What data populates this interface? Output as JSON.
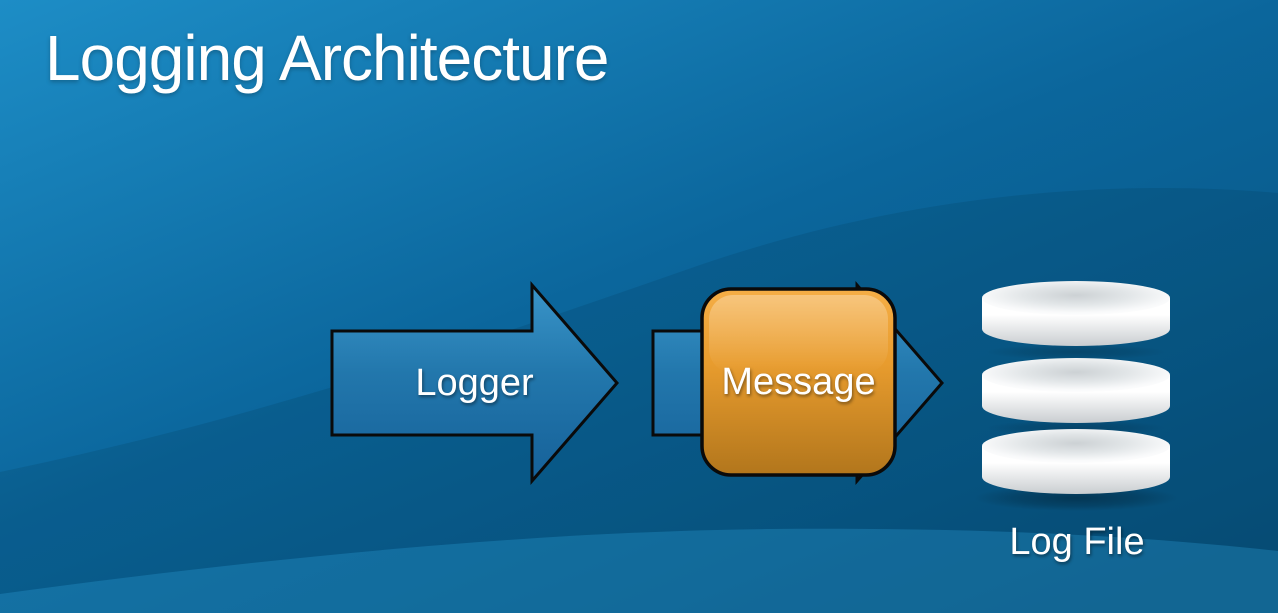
{
  "slide": {
    "title": "Logging Architecture"
  },
  "diagram": {
    "logger_arrow": {
      "label": "Logger"
    },
    "message_box": {
      "label": "Message"
    },
    "log_file": {
      "label": "Log File"
    }
  },
  "colors": {
    "background_top_left": "#1d8dc6",
    "background_mid": "#0b669c",
    "background_bottom_right": "#07527f",
    "swirl_dark": "#032339",
    "swirl_light": "#2fa3dc",
    "arrow_top": "#3a95c9",
    "arrow_mid": "#2277ac",
    "arrow_bottom": "#166199",
    "box_top": "#f5ae46",
    "box_mid": "#e89c2e",
    "box_bottom": "#b2761c",
    "outline": "#0a0a0a",
    "label_text": "#ffffff",
    "disk_light": "#ffffff",
    "disk_shade": "#c9cdd0",
    "disk_top_center": "#ccd1d4"
  }
}
